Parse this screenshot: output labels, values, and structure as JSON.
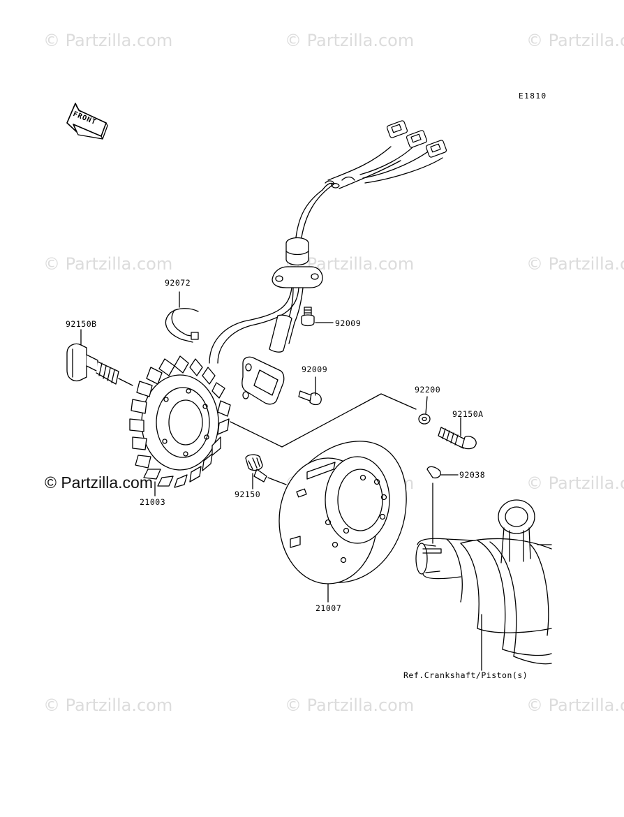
{
  "diagram_code": "E1810",
  "front_arrow_label": "FRONT",
  "watermark_text": "© Partzilla.com",
  "parts": {
    "p21003": "21003",
    "p21007": "21007",
    "p92009a": "92009",
    "p92009b": "92009",
    "p92038": "92038",
    "p92072": "92072",
    "p92150": "92150",
    "p92150a": "92150A",
    "p92150b": "92150B",
    "p92200": "92200"
  },
  "reference_label": "Ref.Crankshaft/Piston(s)"
}
